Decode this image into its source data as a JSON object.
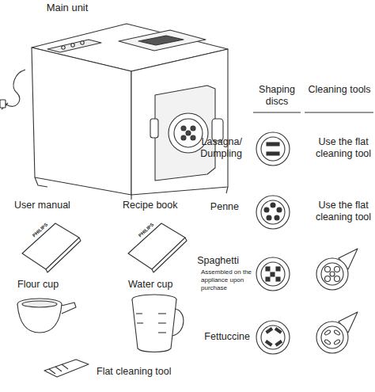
{
  "diagram": {
    "labels": [
      "Main unit",
      "Shaping discs",
      "Cleaning tools",
      "Lasagna/ Dumpling",
      "Use the flat cleaning tool",
      "User manual",
      "Recipe book",
      "Penne",
      "Use the flat cleaning tool",
      "PHILIPS",
      "PHILIPS",
      "Spaghetti",
      "Assembled on the appliance upon purchase",
      "Flour cup",
      "Water cup",
      "Fettuccine",
      "Flat cleaning tool"
    ]
  }
}
